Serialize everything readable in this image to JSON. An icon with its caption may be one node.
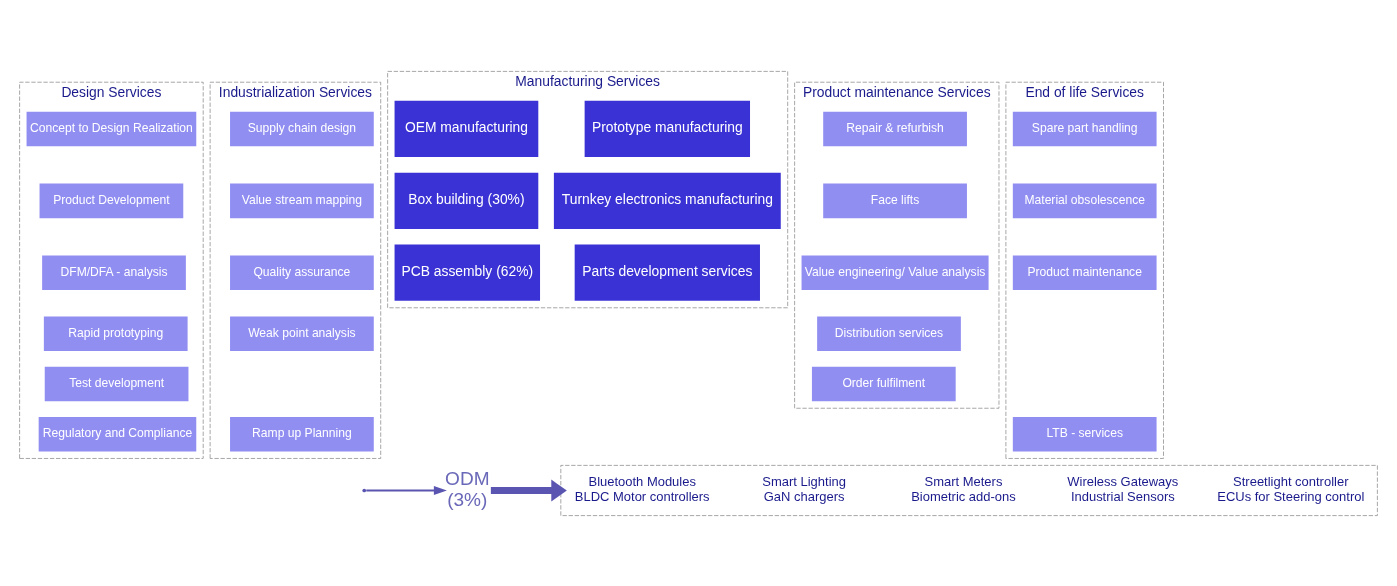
{
  "diagram": {
    "nodes": [
      {
        "text": [
          "Design Services"
        ]
      },
      {
        "text": [
          "Concept to Design Realization"
        ],
        "in": 0
      },
      {
        "text": [
          "Product Development"
        ],
        "in": 0
      },
      {
        "text": [
          "DFM/DFA - analysis"
        ],
        "in": 0
      },
      {
        "text": [
          "Rapid prototyping"
        ],
        "in": 0
      },
      {
        "text": [
          "Test development"
        ],
        "in": 0
      },
      {
        "text": [
          "Regulatory and Compliance"
        ],
        "in": 0
      },
      {
        "text": [
          "Industrialization Services"
        ]
      },
      {
        "text": [
          "Supply chain design"
        ],
        "in": 7
      },
      {
        "text": [
          "Value stream mapping"
        ],
        "in": 7
      },
      {
        "text": [
          "Quality assurance"
        ],
        "in": 7
      },
      {
        "text": [
          "Weak point analysis"
        ],
        "in": 7
      },
      {
        "text": [
          "Ramp up Planning"
        ],
        "in": 7
      },
      {
        "text": [
          "Manufacturing Services"
        ]
      },
      {
        "text": [
          "Prototype manufacturing"
        ],
        "in": 13
      },
      {
        "text": [
          "OEM manufacturing"
        ],
        "in": 13
      },
      {
        "text": [
          "Turnkey electronics manufacturing"
        ],
        "in": 13
      },
      {
        "text": [
          "Box building (30%)"
        ],
        "in": 13
      },
      {
        "text": [
          "Parts development services"
        ],
        "in": 13
      },
      {
        "text": [
          "PCB assembly (62%)"
        ],
        "in": 13
      },
      {
        "text": [
          "Product maintenance Services"
        ]
      },
      {
        "text": [
          "Repair & refurbish"
        ],
        "in": 20
      },
      {
        "text": [
          "Face lifts"
        ],
        "in": 20
      },
      {
        "text": [
          "Value engineering/ Value analysis"
        ],
        "in": 20
      },
      {
        "text": [
          "Distribution services"
        ],
        "in": 20
      },
      {
        "text": [
          "Order fulfilment"
        ],
        "in": 20
      },
      {
        "text": [
          "End of life Services"
        ]
      },
      {
        "text": [
          "Spare part handling"
        ],
        "in": 26
      },
      {
        "text": [
          "Material obsolescence"
        ],
        "in": 26
      },
      {
        "text": [
          "Product maintenance"
        ],
        "in": 26
      },
      {
        "text": [
          "LTB - services"
        ],
        "in": 26
      },
      {
        "text": [
          "ODM",
          "(3%)"
        ]
      },
      {
        "text": [],
        "shape": "box"
      },
      {
        "text": [
          "Bluetooth Modules",
          "BLDC Motor controllers"
        ],
        "in": 32
      },
      {
        "text": [
          "Smart Lighting",
          "GaN chargers"
        ],
        "in": 32
      },
      {
        "text": [
          "Smart Meters",
          "Biometric add-ons"
        ],
        "in": 32
      },
      {
        "text": [
          "Wireless Gateways",
          "Industrial Sensors"
        ],
        "in": 32
      },
      {
        "text": [
          "Streetlight controller",
          "ECUs for Steering control"
        ],
        "in": 32
      }
    ],
    "edges": [
      {
        "from": null,
        "to": 31,
        "arrow": "to"
      },
      {
        "from": 31,
        "to": 32,
        "arrow": "to",
        "style": "thick"
      }
    ]
  }
}
